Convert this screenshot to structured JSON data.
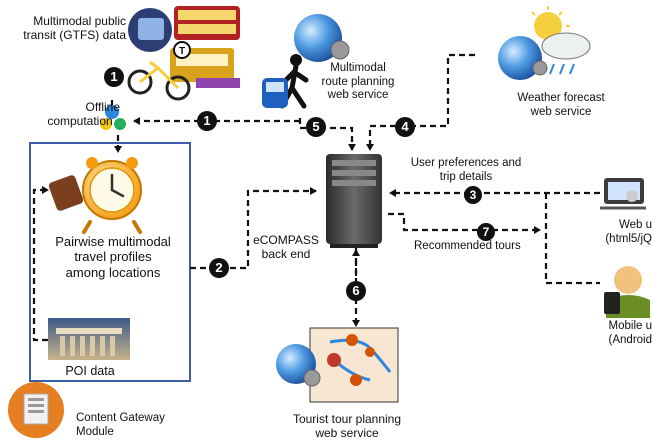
{
  "diagram": {
    "labels": {
      "gtfs_line1": "Multimodal public",
      "gtfs_line2": "transit (GTFS) data",
      "offline_line1": "Offline",
      "offline_line2": "computation",
      "route_line1": "Multimodal",
      "route_line2": "route planning",
      "route_line3": "web service",
      "weather_line1": "Weather forecast",
      "weather_line2": "web service",
      "prefs_line1": "User preferences and",
      "prefs_line2": "trip details",
      "recommended": "Recommended tours",
      "backend_line1": "eCOMPASS",
      "backend_line2": "back end",
      "profiles_line1": "Pairwise multimodal",
      "profiles_line2": "travel profiles",
      "profiles_line3": "among locations",
      "poi": "POI data",
      "gateway_line1": "Content Gateway",
      "gateway_line2": "Module",
      "tourist_line1": "Tourist tour planning",
      "tourist_line2": "web service",
      "webui_line1": "Web u",
      "webui_line2": "(html5/jQ",
      "mobile_line1": "Mobile u",
      "mobile_line2": "(Android"
    },
    "badges": {
      "b1_gtfs": "1",
      "b1_arrow": "1",
      "b2": "2",
      "b3": "3",
      "b4": "4",
      "b5": "5",
      "b6": "6",
      "b7": "7"
    }
  },
  "colors": {
    "frame": "#3b5ea8",
    "arrow": "#111111",
    "badge": "#111111",
    "globe": "#3a86d6",
    "server": "#4a4a4a",
    "tour_panel": "#f6e6d2"
  }
}
